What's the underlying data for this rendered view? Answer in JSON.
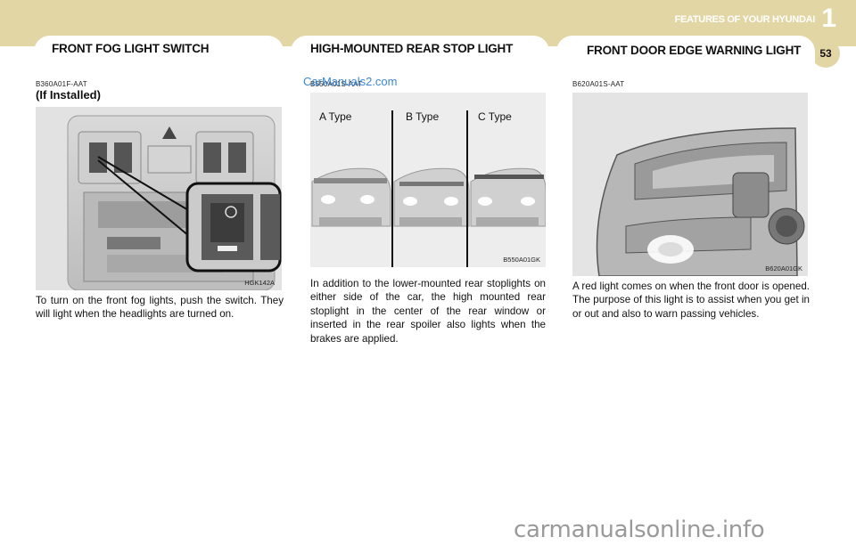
{
  "header": {
    "chapter_label": "FEATURES OF YOUR HYUNDAI",
    "chapter_number": "1",
    "page_number": "53",
    "band_color": "#e3d6a5"
  },
  "sections": [
    {
      "title": "FRONT FOG LIGHT SWITCH",
      "code": "B360A01F-AAT",
      "subtitle": "(If Installed)",
      "figure_code": "HGK142A",
      "text": "To turn on the front fog lights, push the switch. They will light when the headlights are turned on."
    },
    {
      "title": "HIGH-MOUNTED REAR STOP LIGHT",
      "code": "B550A01S-AAT",
      "types": [
        "A Type",
        "B Type",
        "C Type"
      ],
      "figure_code": "B550A01GK",
      "text": "In addition to the lower-mounted rear stoplights on either side of the car, the high mounted rear stoplight in the center of the rear window or inserted in the rear spoiler also lights when the brakes are applied."
    },
    {
      "title": "FRONT DOOR EDGE WARNING LIGHT",
      "code": "B620A01S-AAT",
      "figure_code": "B620A01GK",
      "text": "A red light comes on when the front door is opened. The purpose of this light is to assist when you get in or out and also to warn passing vehicles."
    }
  ],
  "watermarks": {
    "top": "CarManuals2.com",
    "bottom": "carmanualsonline.info"
  }
}
